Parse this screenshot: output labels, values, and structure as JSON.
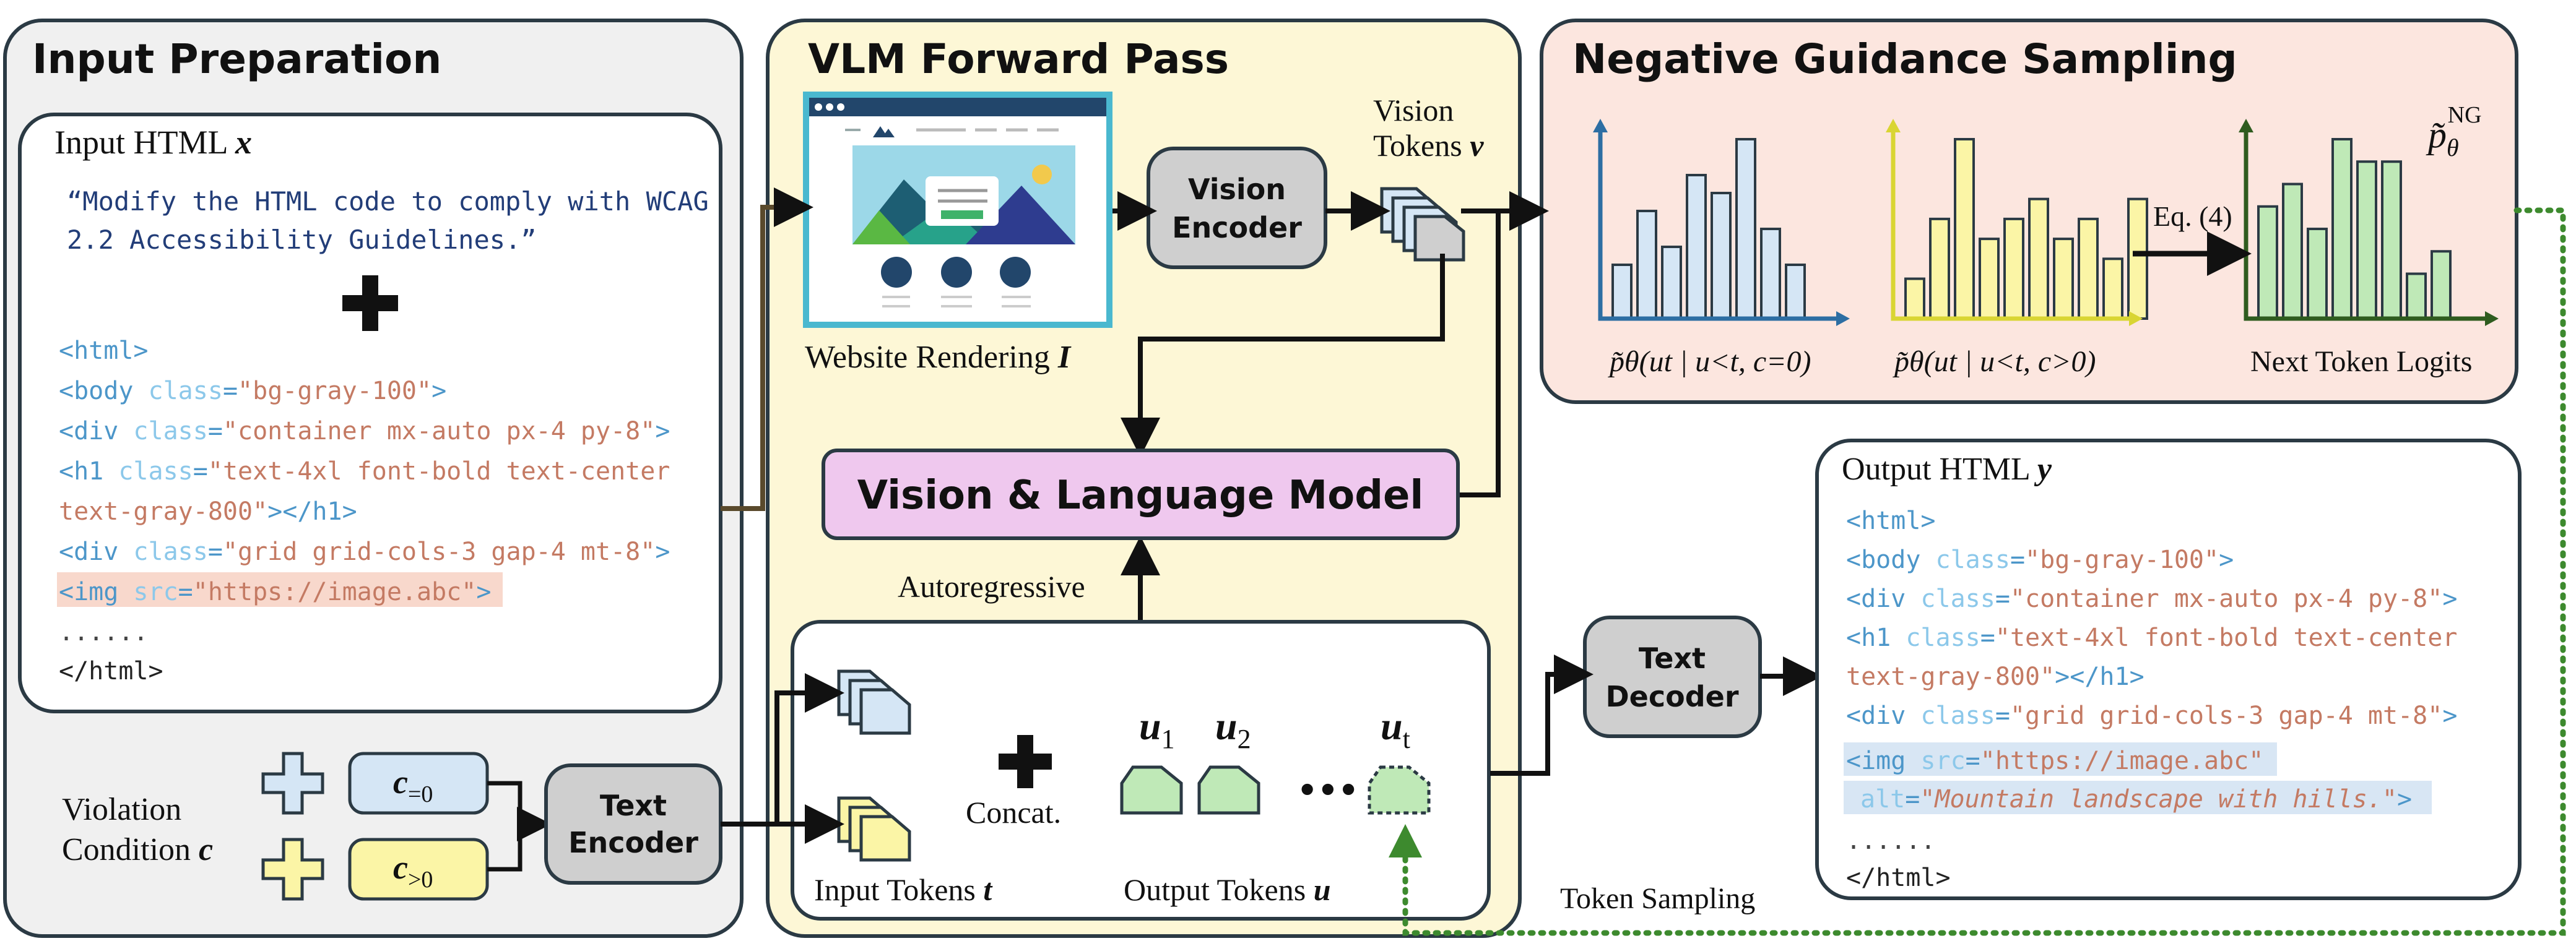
{
  "colors": {
    "panel_gray": "#f0f0f0",
    "panel_yellow": "#fdf7d6",
    "panel_pink": "#fce6df",
    "panel_border": "#2b3a44",
    "box_gray": "#cfcfcf",
    "vlm_pink": "#efc8ee",
    "blue_fill": "#d5e6f5",
    "yellow_fill": "#fbf5a6",
    "green_fill": "#bfe9b7",
    "code_tag": "#4c96c9",
    "code_attr": "#8cc8ea",
    "code_string": "#c47a63",
    "code_quote": "#223d78",
    "highlight_red": "#f8d8cc",
    "highlight_blue": "#d8e6f4",
    "green_dotted": "#3d8a2e"
  },
  "input_preparation": {
    "title": "Input Preparation",
    "html_box_title": "Input HTML",
    "html_box_symbol": "x",
    "instruction_line1": "“Modify the HTML code to comply with WCAG",
    "instruction_line2": "2.2 Accessibility Guidelines.”",
    "code": {
      "html_open": "<html>",
      "body_tag": "<body",
      "body_attr": "class",
      "body_val": "\"bg-gray-100\"",
      "body_close": ">",
      "div1_tag": "<div",
      "div1_attr": "class",
      "div1_val": "\"container mx-auto px-4 py-8\"",
      "div1_close": ">",
      "h1_tag": "<h1",
      "h1_attr": "class",
      "h1_val1": "\"text-4xl font-bold text-center",
      "h1_val2": "text-gray-800\"",
      "h1_close": "></h1>",
      "div2_tag": "<div",
      "div2_attr": "class",
      "div2_val": "\"grid grid-cols-3 gap-4 mt-8\"",
      "div2_close": ">",
      "img_tag": "<img",
      "img_attr": "src",
      "img_val": "\"https://image.abc\"",
      "img_close": ">",
      "ellipsis": "......",
      "html_close": "</html>"
    },
    "violation_label_line1": "Violation",
    "violation_label_line2": "Condition",
    "violation_symbol": "c",
    "cond_zero": "c",
    "cond_zero_sub": "=0",
    "cond_pos": "c",
    "cond_pos_sub": ">0",
    "text_encoder_line1": "Text",
    "text_encoder_line2": "Encoder"
  },
  "vlm_forward": {
    "title": "VLM Forward Pass",
    "website_caption": "Website Rendering",
    "website_symbol": "I",
    "vision_encoder_line1": "Vision",
    "vision_encoder_line2": "Encoder",
    "vision_tokens_line1": "Vision",
    "vision_tokens_line2": "Tokens",
    "vision_tokens_symbol": "v",
    "vlm_label": "Vision & Language Model",
    "autoregressive": "Autoregressive",
    "concat": "Concat.",
    "input_tokens": "Input Tokens",
    "input_tokens_symbol": "t",
    "output_tokens": "Output Tokens",
    "output_tokens_symbol": "u",
    "u1": "u",
    "u1_sub": "1",
    "u2": "u",
    "u2_sub": "2",
    "ut": "u",
    "ut_sub": "t",
    "dots": "•••"
  },
  "negative_guidance": {
    "title": "Negative Guidance Sampling",
    "eq_label": "Eq. (4)",
    "ptheta_ng_base": "p̃",
    "ptheta_ng_sub": "θ",
    "ptheta_ng_sup": "NG",
    "caption_blue": "p̃θ(ut | u<t, c=0)",
    "caption_yellow": "p̃θ(ut | u<t, c>0)",
    "caption_green": "Next Token Logits"
  },
  "chart_data": [
    {
      "type": "bar",
      "series": [
        {
          "values": [
            3,
            6,
            4,
            8,
            7,
            10,
            5,
            3
          ]
        }
      ]
    },
    {
      "type": "bar",
      "series": [
        {
          "values": [
            2,
            5,
            9,
            4,
            5,
            6,
            4,
            5,
            3,
            6
          ]
        }
      ]
    },
    {
      "type": "bar",
      "series": [
        {
          "values": [
            5,
            6,
            4,
            8,
            7,
            7,
            2,
            3
          ]
        }
      ]
    }
  ],
  "output": {
    "html_box_title": "Output HTML",
    "html_box_symbol": "y",
    "text_decoder_line1": "Text",
    "text_decoder_line2": "Decoder",
    "token_sampling": "Token Sampling",
    "code": {
      "html_open": "<html>",
      "body_tag": "<body",
      "body_attr": "class",
      "body_val": "\"bg-gray-100\"",
      "body_close": ">",
      "div1_tag": "<div",
      "div1_attr": "class",
      "div1_val": "\"container mx-auto px-4 py-8\"",
      "div1_close": ">",
      "h1_tag": "<h1",
      "h1_attr": "class",
      "h1_val1": "\"text-4xl font-bold text-center",
      "h1_val2": "text-gray-800\"",
      "h1_close": "></h1>",
      "div2_tag": "<div",
      "div2_attr": "class",
      "div2_val": "\"grid grid-cols-3 gap-4 mt-8\"",
      "div2_close": ">",
      "img_tag": "<img",
      "img_attr": "src",
      "img_val": "\"https://image.abc\"",
      "alt_attr": "alt",
      "alt_eq": "=",
      "alt_val": "\"Mountain landscape with hills.\"",
      "alt_close": ">",
      "ellipsis": "......",
      "html_close": "</html>"
    }
  }
}
